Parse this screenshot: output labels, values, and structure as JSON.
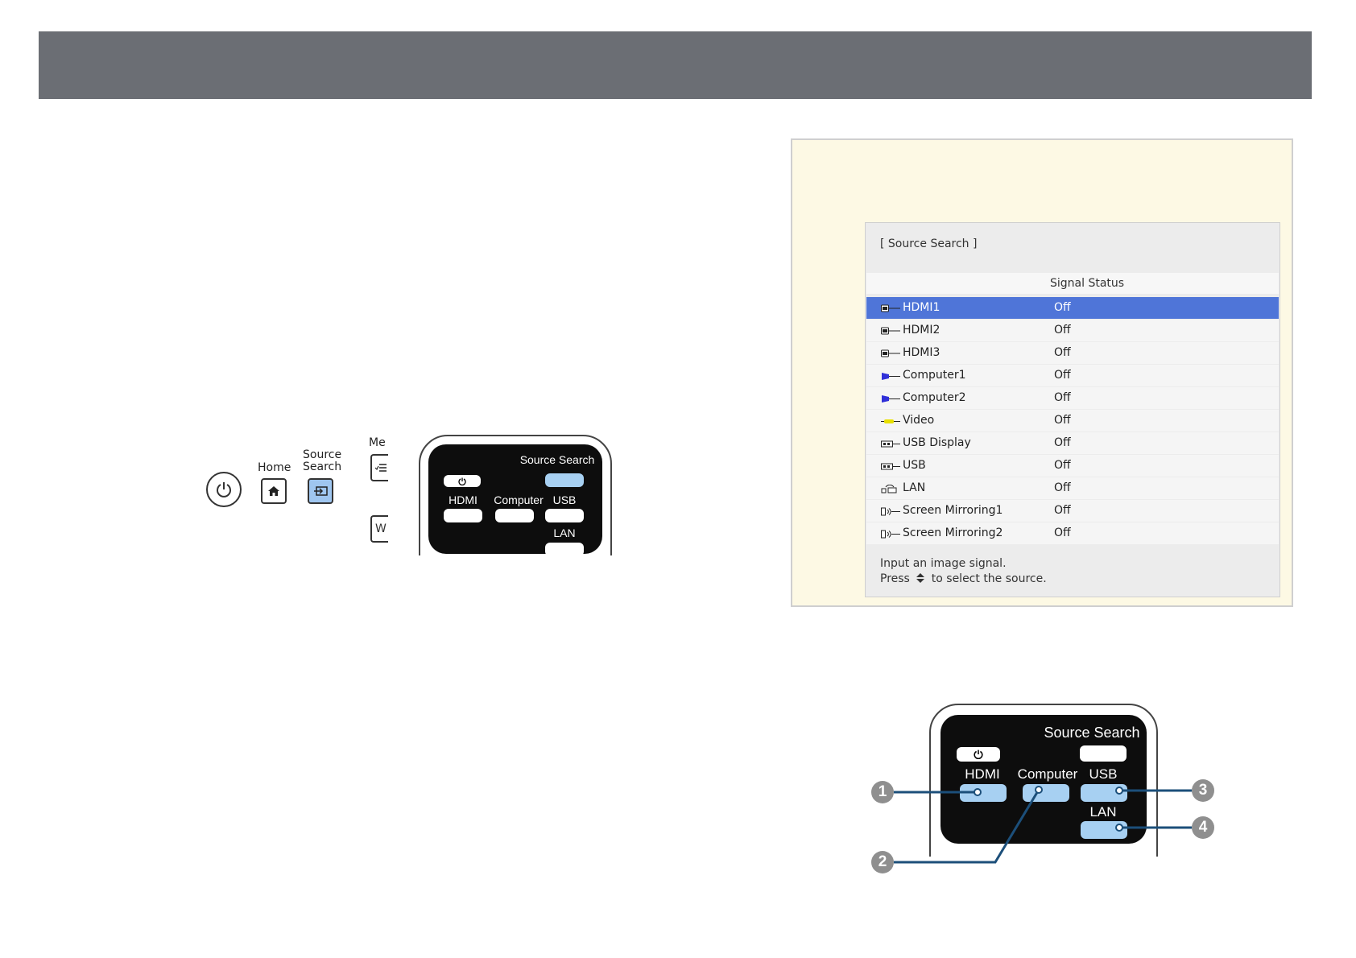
{
  "control_panel": {
    "home_label": "Home",
    "source_search_label_1": "Source",
    "source_search_label_2": "Search",
    "menu_label_partial": "Me",
    "w_label_partial": "W"
  },
  "remote_small": {
    "source_search_label": "Source Search",
    "hdmi_label": "HDMI",
    "computer_label": "Computer",
    "usb_label": "USB",
    "lan_label": "LAN"
  },
  "source_search_screen": {
    "title": "[ Source Search ]",
    "column_header": "Signal Status",
    "items": [
      {
        "name": "HDMI1",
        "status": "Off",
        "icon": "hdmi-icon",
        "selected": true
      },
      {
        "name": "HDMI2",
        "status": "Off",
        "icon": "hdmi-icon",
        "selected": false
      },
      {
        "name": "HDMI3",
        "status": "Off",
        "icon": "hdmi-icon",
        "selected": false
      },
      {
        "name": "Computer1",
        "status": "Off",
        "icon": "computer-icon",
        "selected": false
      },
      {
        "name": "Computer2",
        "status": "Off",
        "icon": "computer-icon",
        "selected": false
      },
      {
        "name": "Video",
        "status": "Off",
        "icon": "video-icon",
        "selected": false
      },
      {
        "name": "USB Display",
        "status": "Off",
        "icon": "usb-icon",
        "selected": false
      },
      {
        "name": "USB",
        "status": "Off",
        "icon": "usb-icon",
        "selected": false
      },
      {
        "name": "LAN",
        "status": "Off",
        "icon": "lan-icon",
        "selected": false
      },
      {
        "name": "Screen Mirroring1",
        "status": "Off",
        "icon": "screen-mirroring-icon",
        "selected": false
      },
      {
        "name": "Screen Mirroring2",
        "status": "Off",
        "icon": "screen-mirroring-icon",
        "selected": false
      }
    ],
    "footer_line1": "Input an image signal.",
    "footer_line2_prefix": "Press",
    "footer_line2_suffix": "to select the source."
  },
  "remote_large": {
    "source_search_label": "Source Search",
    "hdmi_label": "HDMI",
    "computer_label": "Computer",
    "usb_label": "USB",
    "lan_label": "LAN",
    "callouts": [
      "1",
      "2",
      "3",
      "4"
    ]
  },
  "colors": {
    "header": "#6b6e74",
    "highlight_button": "#a7d0f2",
    "selected_row": "#4f75d8",
    "screen_background": "#fdf9e4",
    "callout_line": "#1c4f7a"
  }
}
